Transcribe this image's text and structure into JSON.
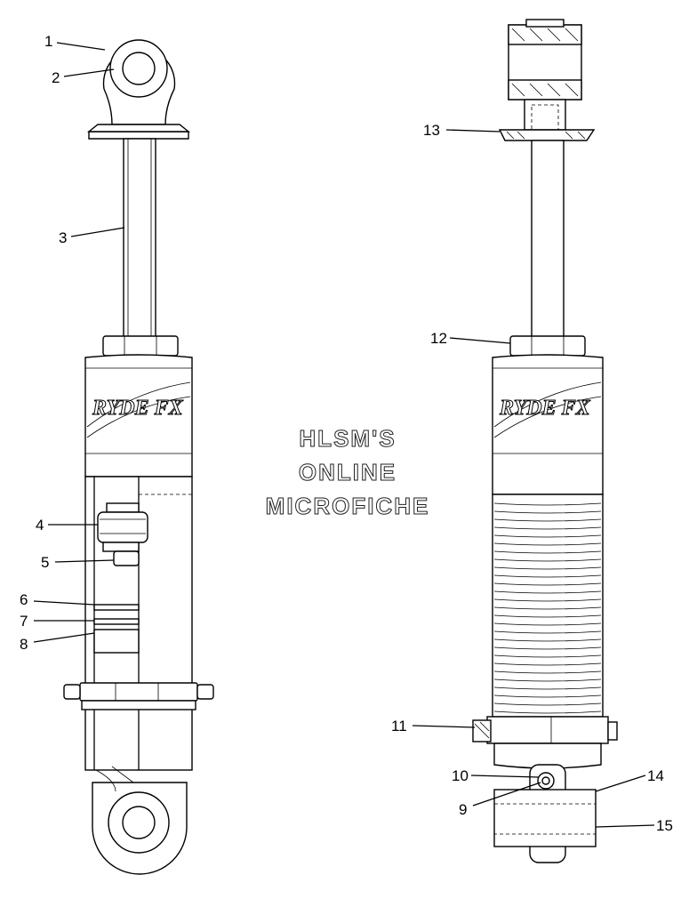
{
  "watermark": {
    "line1": "HLSM'S",
    "line2": "ONLINE",
    "line3": "MICROFICHE"
  },
  "callouts": [
    "1",
    "2",
    "3",
    "4",
    "5",
    "6",
    "7",
    "8",
    "9",
    "10",
    "11",
    "12",
    "13",
    "14",
    "15"
  ],
  "label_text": {
    "brand": "RYDE FX"
  }
}
